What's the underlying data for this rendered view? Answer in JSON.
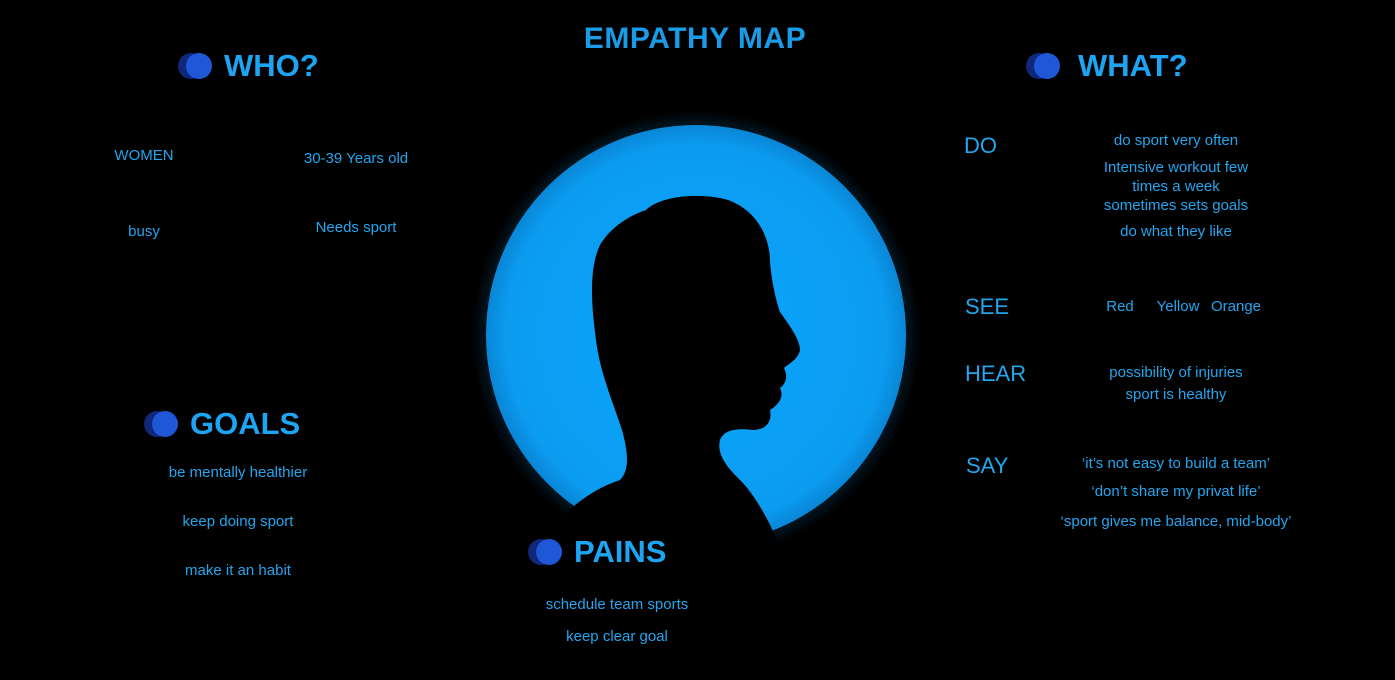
{
  "colors": {
    "background": "#000000",
    "accent": "#1da4f2",
    "circle": "#0da3f5",
    "dot_dark": "#10287a",
    "dot_light": "#1f57d6"
  },
  "title": "EMPATHY MAP",
  "who": {
    "heading": "WHO?",
    "items": [
      "WOMEN",
      "30-39 Years old",
      "busy",
      "Needs sport"
    ]
  },
  "goals": {
    "heading": "GOALS",
    "items": [
      "be mentally healthier",
      "keep doing sport",
      "make it an habit"
    ]
  },
  "pains": {
    "heading": "PAINS",
    "items": [
      "schedule team sports",
      "keep clear goal"
    ]
  },
  "what": {
    "heading": "WHAT?",
    "do": {
      "label": "DO",
      "items": [
        "do sport very often",
        "Intensive workout few",
        "times a week",
        "sometimes sets goals",
        "do what they like"
      ]
    },
    "see": {
      "label": "SEE",
      "items": [
        "Red",
        "Yellow",
        "Orange"
      ]
    },
    "hear": {
      "label": "HEAR",
      "items": [
        "possibility of injuries",
        "sport is healthy"
      ]
    },
    "say": {
      "label": "SAY",
      "items": [
        "‘it’s not easy to build a team’",
        "‘don’t share my privat life’",
        "‘sport gives me balance, mid-body’"
      ]
    }
  },
  "illustration": {
    "icon": "person-silhouette-icon"
  }
}
